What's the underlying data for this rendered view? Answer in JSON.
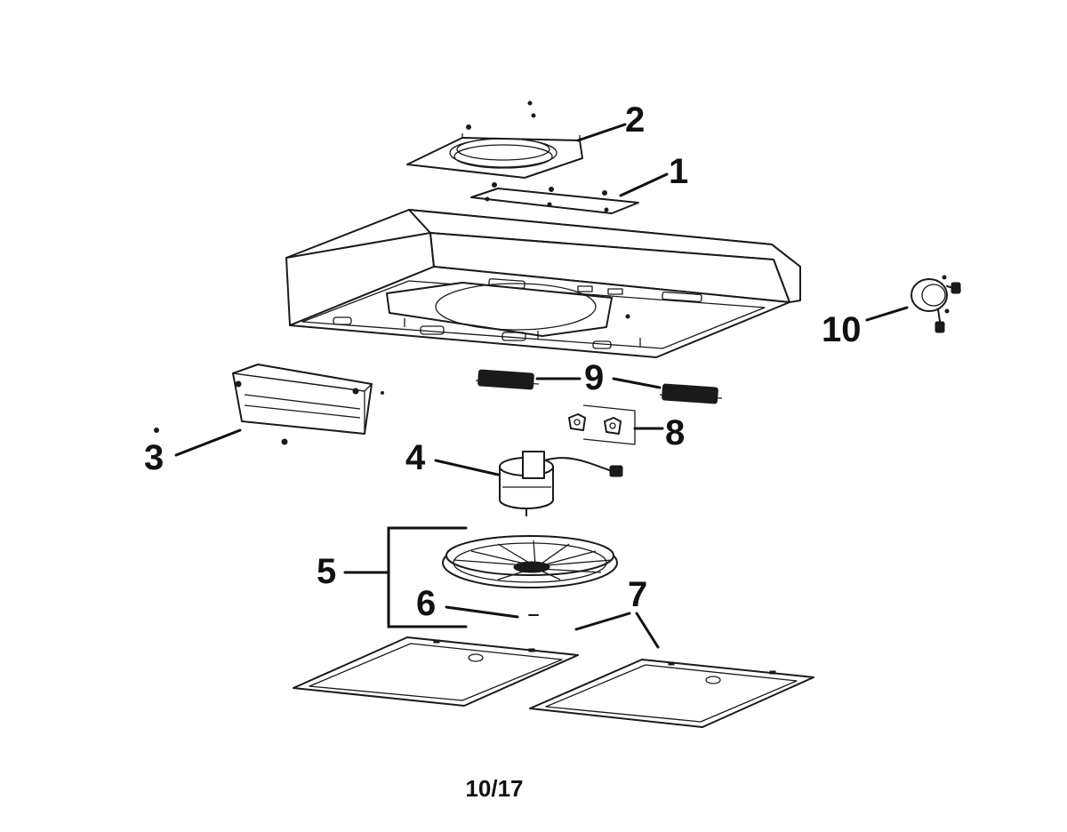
{
  "callouts": {
    "c1": "1",
    "c2": "2",
    "c3": "3",
    "c4": "4",
    "c5": "5",
    "c6": "6",
    "c7": "7",
    "c8": "8",
    "c9": "9",
    "c10": "10"
  },
  "page_number": "10/17"
}
